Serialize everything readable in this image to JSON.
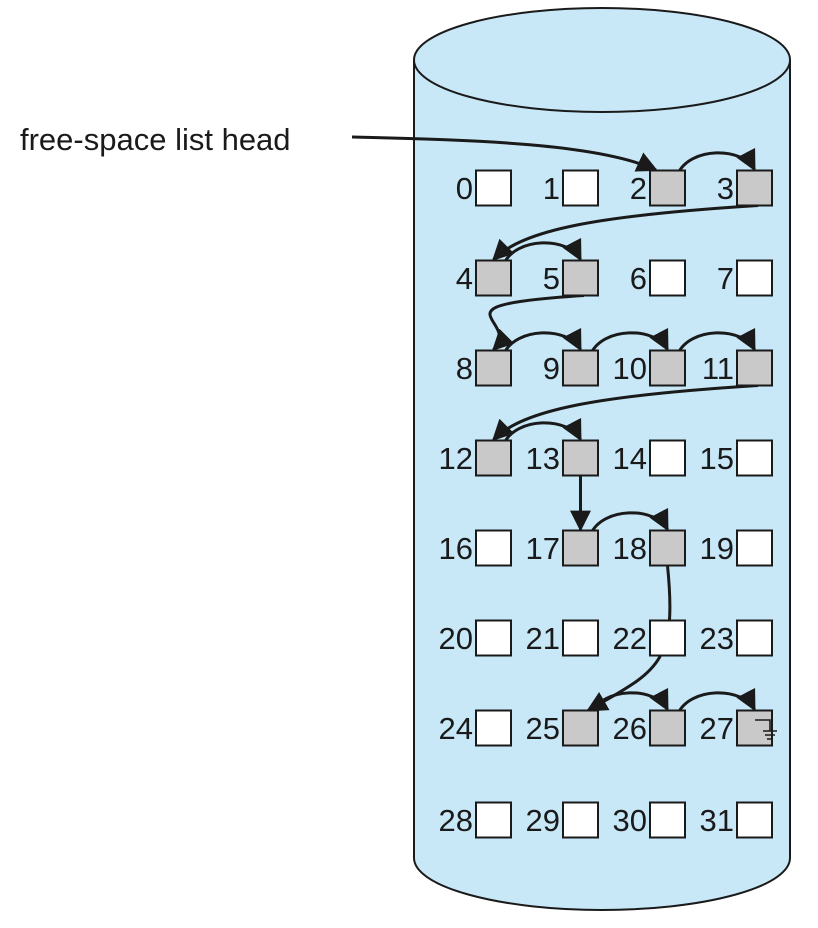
{
  "head_label": "free-space list head",
  "colors": {
    "cylinder_fill": "#c8e8f8",
    "cylinder_stroke": "#1a1a1a",
    "free_block": "#c9c9c9",
    "used_block": "#ffffff",
    "arrow": "#1a1a1a",
    "text": "#1a1a1a"
  },
  "blocks": [
    {
      "id": 0,
      "label": "0",
      "free": false
    },
    {
      "id": 1,
      "label": "1",
      "free": false
    },
    {
      "id": 2,
      "label": "2",
      "free": true
    },
    {
      "id": 3,
      "label": "3",
      "free": true
    },
    {
      "id": 4,
      "label": "4",
      "free": true
    },
    {
      "id": 5,
      "label": "5",
      "free": true
    },
    {
      "id": 6,
      "label": "6",
      "free": false
    },
    {
      "id": 7,
      "label": "7",
      "free": false
    },
    {
      "id": 8,
      "label": "8",
      "free": true
    },
    {
      "id": 9,
      "label": "9",
      "free": true
    },
    {
      "id": 10,
      "label": "10",
      "free": true
    },
    {
      "id": 11,
      "label": "11",
      "free": true
    },
    {
      "id": 12,
      "label": "12",
      "free": true
    },
    {
      "id": 13,
      "label": "13",
      "free": true
    },
    {
      "id": 14,
      "label": "14",
      "free": false
    },
    {
      "id": 15,
      "label": "15",
      "free": false
    },
    {
      "id": 16,
      "label": "16",
      "free": false
    },
    {
      "id": 17,
      "label": "17",
      "free": true
    },
    {
      "id": 18,
      "label": "18",
      "free": true
    },
    {
      "id": 19,
      "label": "19",
      "free": false
    },
    {
      "id": 20,
      "label": "20",
      "free": false
    },
    {
      "id": 21,
      "label": "21",
      "free": false
    },
    {
      "id": 22,
      "label": "22",
      "free": false
    },
    {
      "id": 23,
      "label": "23",
      "free": false
    },
    {
      "id": 24,
      "label": "24",
      "free": false
    },
    {
      "id": 25,
      "label": "25",
      "free": true
    },
    {
      "id": 26,
      "label": "26",
      "free": true
    },
    {
      "id": 27,
      "label": "27",
      "free": true
    },
    {
      "id": 28,
      "label": "28",
      "free": false
    },
    {
      "id": 29,
      "label": "29",
      "free": false
    },
    {
      "id": 30,
      "label": "30",
      "free": false
    },
    {
      "id": 31,
      "label": "31",
      "free": false
    }
  ],
  "free_list": [
    2,
    3,
    4,
    5,
    8,
    9,
    10,
    11,
    12,
    13,
    17,
    18,
    25,
    26,
    27
  ],
  "list_end_icon": "null-ground-icon"
}
